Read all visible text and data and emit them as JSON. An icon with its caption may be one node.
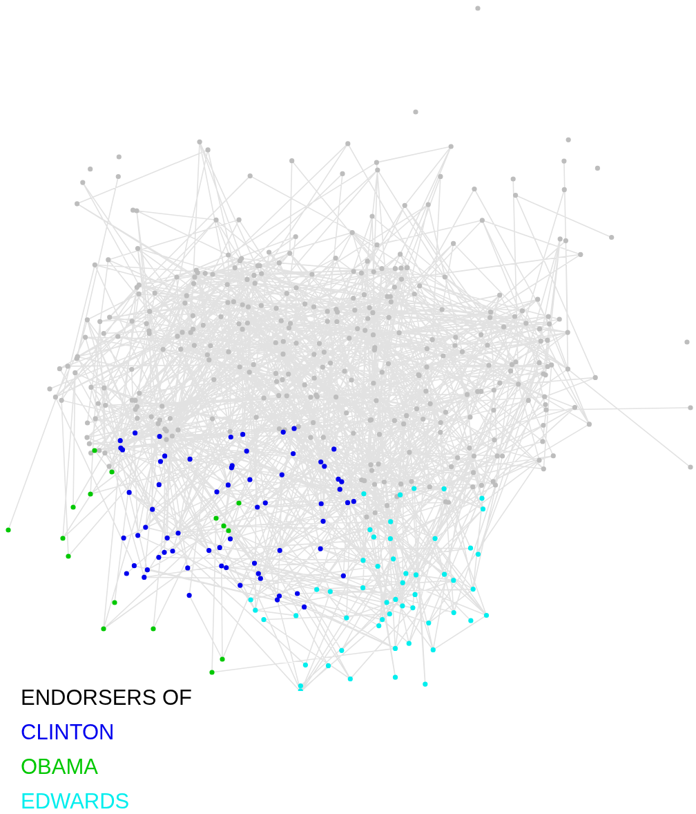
{
  "diagram": {
    "labels": [
      "ENDORSERS OF"
    ],
    "legend": [
      {
        "text": "CLINTON",
        "color": "#0000ee"
      },
      {
        "text": "OBAMA",
        "color": "#00c800"
      },
      {
        "text": "EDWARDS",
        "color": "#00eeee"
      }
    ]
  }
}
